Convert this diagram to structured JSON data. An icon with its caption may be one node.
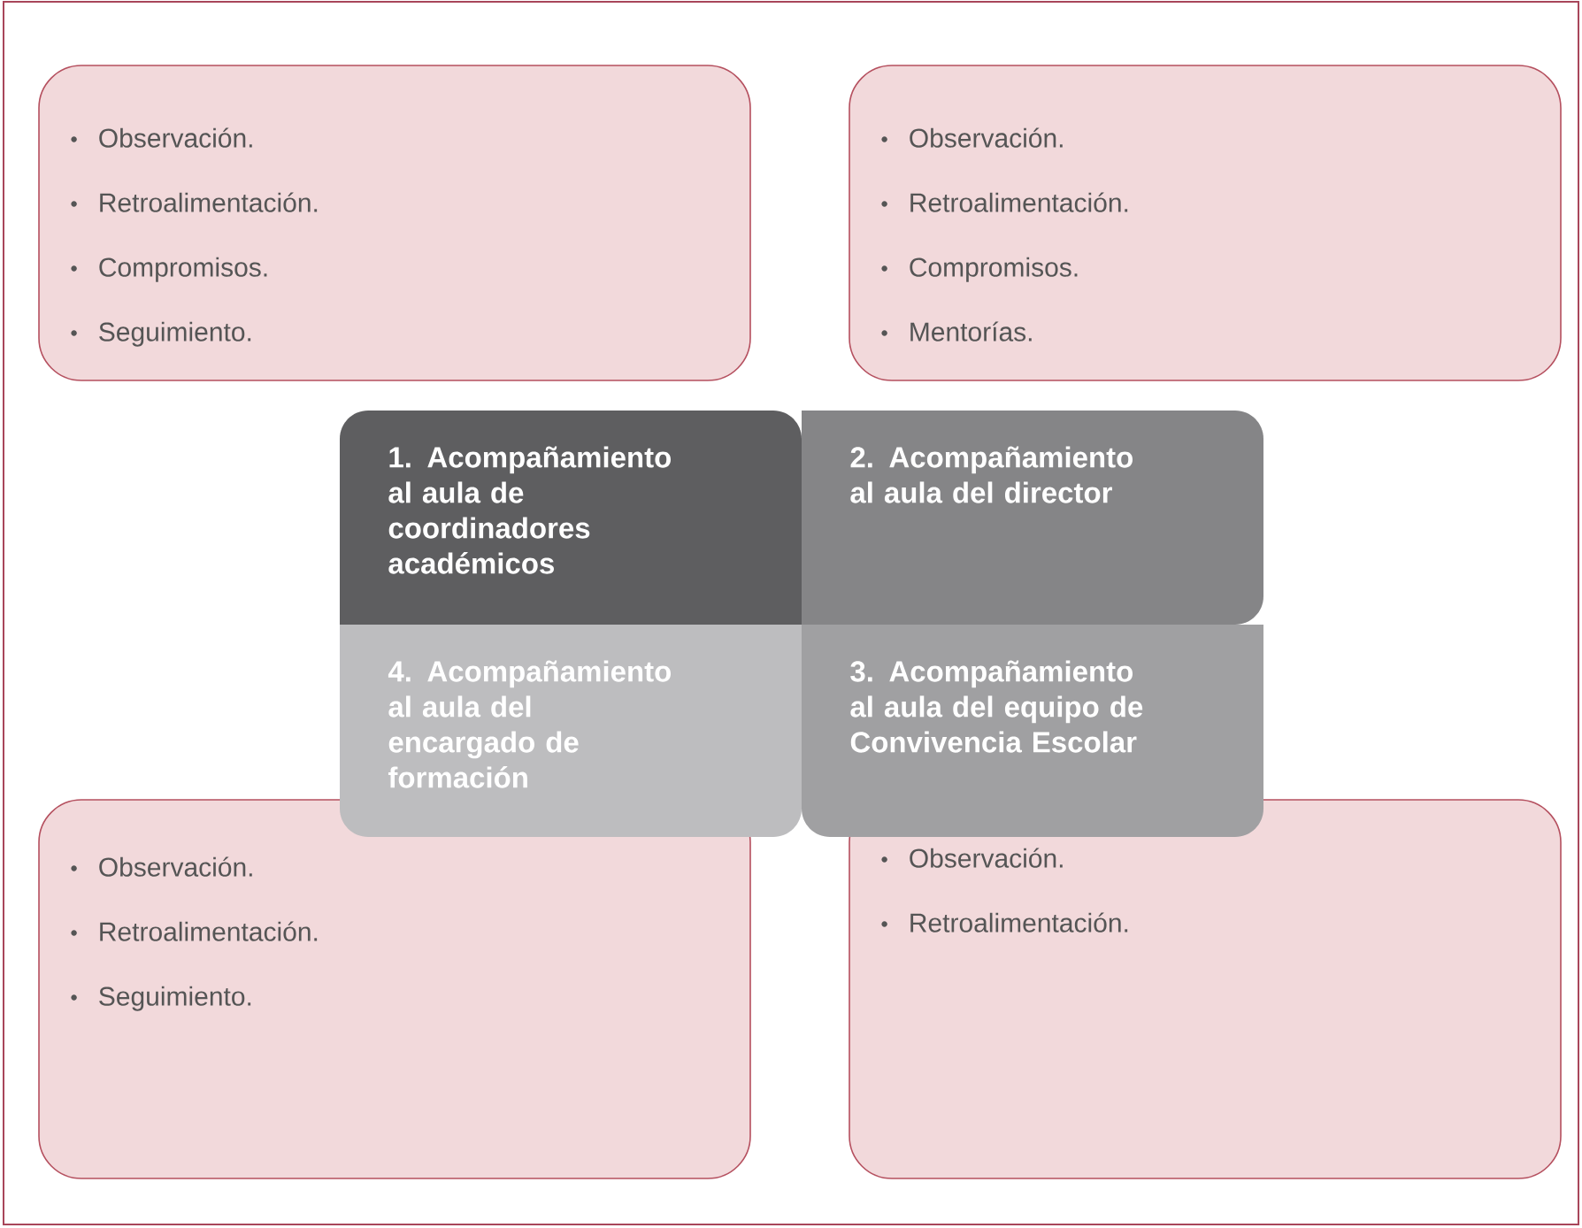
{
  "diagram": {
    "nodes": [
      {
        "text": [
          "Observación.",
          "Retroalimentación.",
          "Compromisos.",
          "Seguimiento."
        ]
      },
      {
        "text": [
          "Observación.",
          "Retroalimentación.",
          "Compromisos.",
          "Mentorías."
        ]
      },
      {
        "text": [
          "1. Acompañamiento al aula de coordinadores académicos"
        ]
      },
      {
        "text": [
          "2. Acompañamiento al aula del director"
        ]
      },
      {
        "text": [
          "4. Acompañamiento al aula del encargado de formación"
        ]
      },
      {
        "text": [
          "3. Acompañamiento al aula del equipo de Convivencia Escolar"
        ]
      },
      {
        "text": [
          "Observación.",
          "Retroalimentación.",
          "Seguimiento."
        ]
      },
      {
        "text": [
          "Observación.",
          "Retroalimentación."
        ]
      }
    ],
    "edges": []
  }
}
